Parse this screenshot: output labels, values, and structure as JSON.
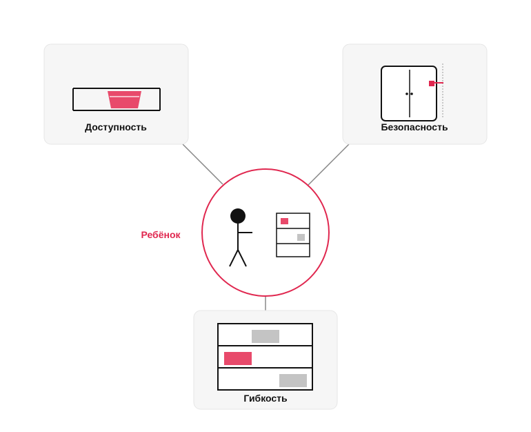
{
  "colors": {
    "accent": "#e0274f",
    "accent_fill": "#e84a6b",
    "gray_block": "#c4c4c4",
    "connector": "#888888",
    "card_background": "#f6f6f6",
    "ink": "#111111"
  },
  "center": {
    "label": "Ребёнок",
    "icons": [
      "child-figure-icon",
      "small-shelf-icon"
    ]
  },
  "cards": {
    "accessibility": {
      "label": "Доступность",
      "icon": "shelf-with-basket-icon"
    },
    "safety": {
      "label": "Безопасность",
      "icon": "cabinet-with-lock-icon"
    },
    "flexibility": {
      "label": "Гибкость",
      "icon": "shelving-unit-icon"
    }
  }
}
